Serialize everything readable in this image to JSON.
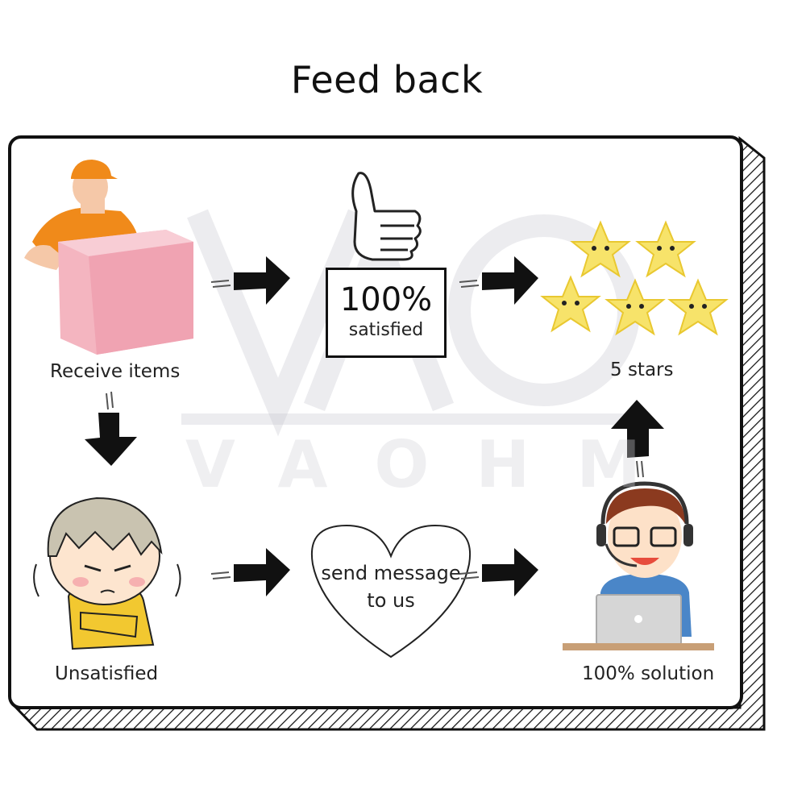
{
  "title": "Feed back",
  "watermark": "VAOHM",
  "steps": {
    "receive": "Receive items",
    "satisfied_pct": "100%",
    "satisfied_word": "satisfied",
    "stars": "5 stars",
    "unsatisfied": "Unsatisfied",
    "message_line1": "send message",
    "message_line2": "to us",
    "solution": "100% solution"
  },
  "colors": {
    "board_border": "#111111",
    "box_pink": "#f4b5c0",
    "shirt_orange": "#f08a1a",
    "star_yellow": "#f7e36a",
    "shirt_yellow": "#f2c830"
  }
}
